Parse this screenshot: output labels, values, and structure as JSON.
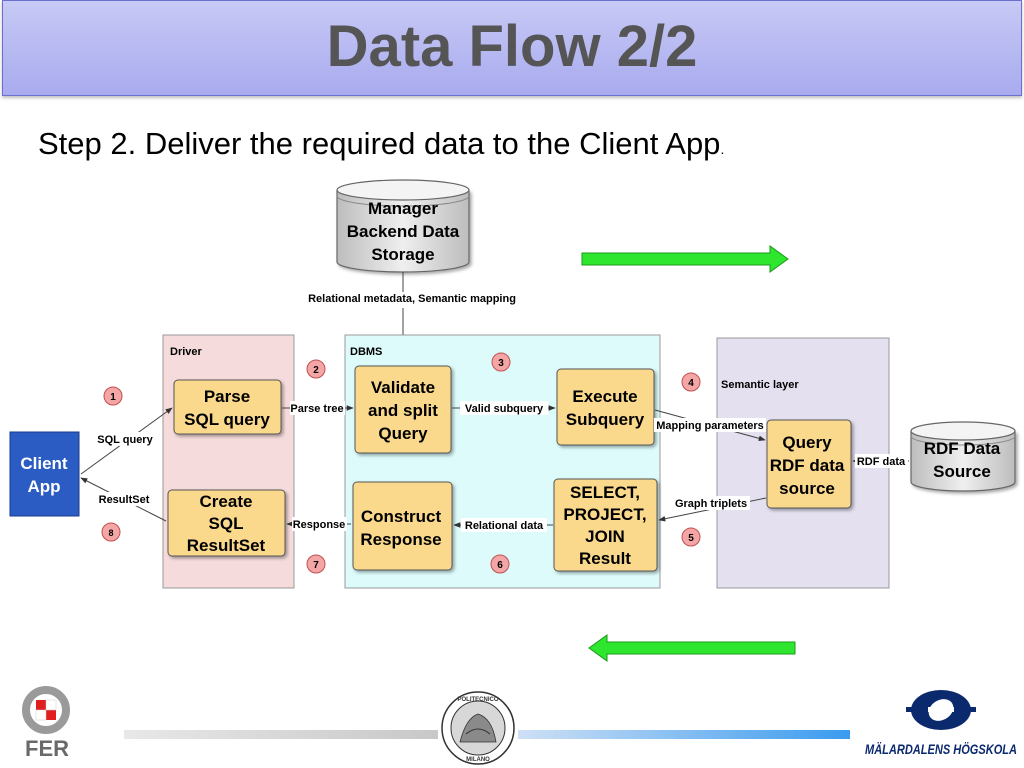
{
  "title": "Data Flow 2/2",
  "subtitle": {
    "main": "Step 2. Deliver the required data to the Client App",
    "trail": "."
  },
  "diagram": {
    "storage_top": {
      "line1": "Manager",
      "line2": "Backend Data",
      "line3": "Storage"
    },
    "storage_label": "Relational metadata, Semantic mapping",
    "client_app": {
      "line1": "Client",
      "line2": "App"
    },
    "driver": {
      "label": "Driver",
      "parse": {
        "line1": "Parse",
        "line2": "SQL query"
      },
      "create": {
        "line1": "Create",
        "line2": "SQL",
        "line3": "ResultSet"
      }
    },
    "dbms": {
      "label": "DBMS",
      "validate": {
        "line1": "Validate",
        "line2": "and split",
        "line3": "Query"
      },
      "execute": {
        "line1": "Execute",
        "line2": "Subquery"
      },
      "select": {
        "line1": "SELECT,",
        "line2": "PROJECT,",
        "line3": "JOIN",
        "line4": "Result"
      },
      "construct": {
        "line1": "Construct",
        "line2": "Response"
      }
    },
    "semantic": {
      "label": "Semantic layer",
      "query": {
        "line1": "Query",
        "line2": "RDF data",
        "line3": "source"
      }
    },
    "rdf_source": {
      "line1": "RDF Data",
      "line2": "Source"
    },
    "edges": {
      "sql_query": "SQL query",
      "result_set": "ResultSet",
      "parse_tree": "Parse tree",
      "valid_subquery": "Valid subquery",
      "mapping_parameters": "Mapping parameters",
      "rdf_data": "RDF data",
      "graph_triplets": "Graph triplets",
      "relational_data": "Relational data",
      "response": "Response"
    },
    "steps": [
      "1",
      "2",
      "3",
      "4",
      "5",
      "6",
      "7",
      "8"
    ]
  },
  "footer": {
    "fer": "FER",
    "seal_top": "POLITECNICO",
    "seal_bottom": "MILANO",
    "mdh": "MÄLARDALENS HÖGSKOLA"
  },
  "colors": {
    "title_bg": "#b3b5f2",
    "title_text": "#555555",
    "client_app": "#2b5cc4",
    "process_box": "#fad98c",
    "driver_panel": "#f5dbdb",
    "dbms_panel": "#ddfbfb",
    "semantic_panel": "#e4e0f0",
    "step_circle": "#f4a6a6",
    "green_arrow": "#2ee62e",
    "cylinder": "#e0e0e0"
  }
}
